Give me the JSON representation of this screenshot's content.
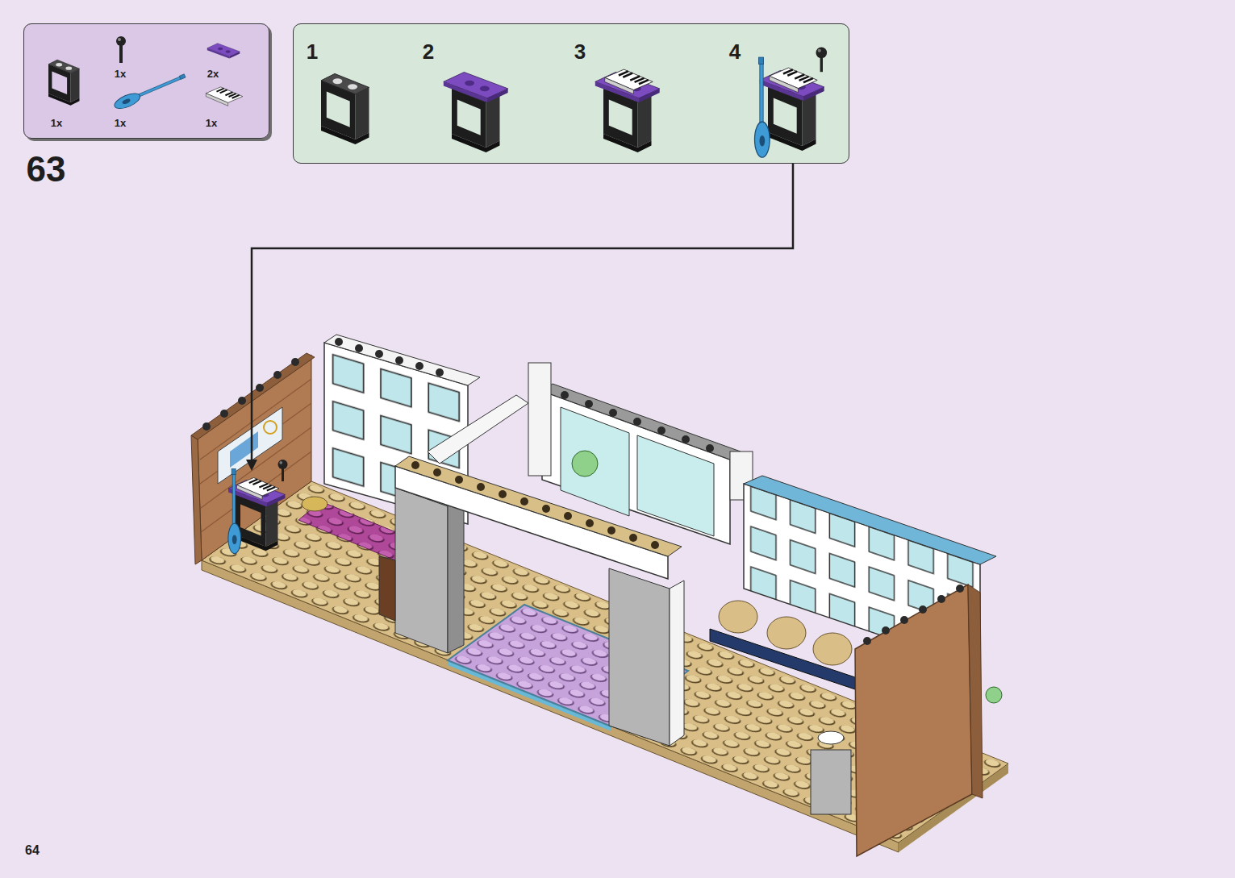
{
  "diagram": {
    "nodes": [
      {
        "text": [
          "1x",
          "2x",
          "1x",
          "1x",
          "1x"
        ]
      },
      {
        "text": [
          "1",
          "2",
          "3",
          "4"
        ]
      }
    ],
    "labels": [
      "63",
      "64"
    ]
  }
}
